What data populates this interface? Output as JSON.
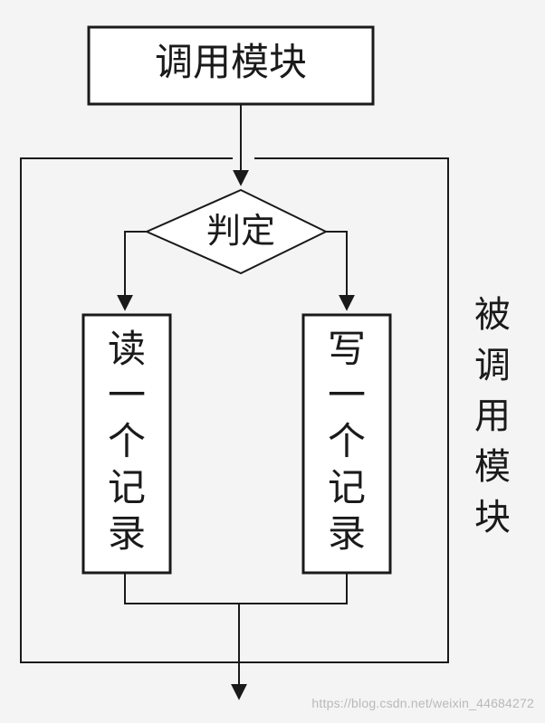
{
  "diagram": {
    "caller_module": "调用模块",
    "decision": "判定",
    "read_record": [
      "读",
      "一",
      "个",
      "记",
      "录"
    ],
    "write_record": [
      "写",
      "一",
      "个",
      "记",
      "录"
    ],
    "called_module": [
      "被",
      "调",
      "用",
      "模",
      "块"
    ]
  },
  "watermark": "https://blog.csdn.net/weixin_44684272",
  "colors": {
    "line": "#1a1a1a",
    "box_fill": "#ffffff",
    "background": "#f4f4f4"
  }
}
